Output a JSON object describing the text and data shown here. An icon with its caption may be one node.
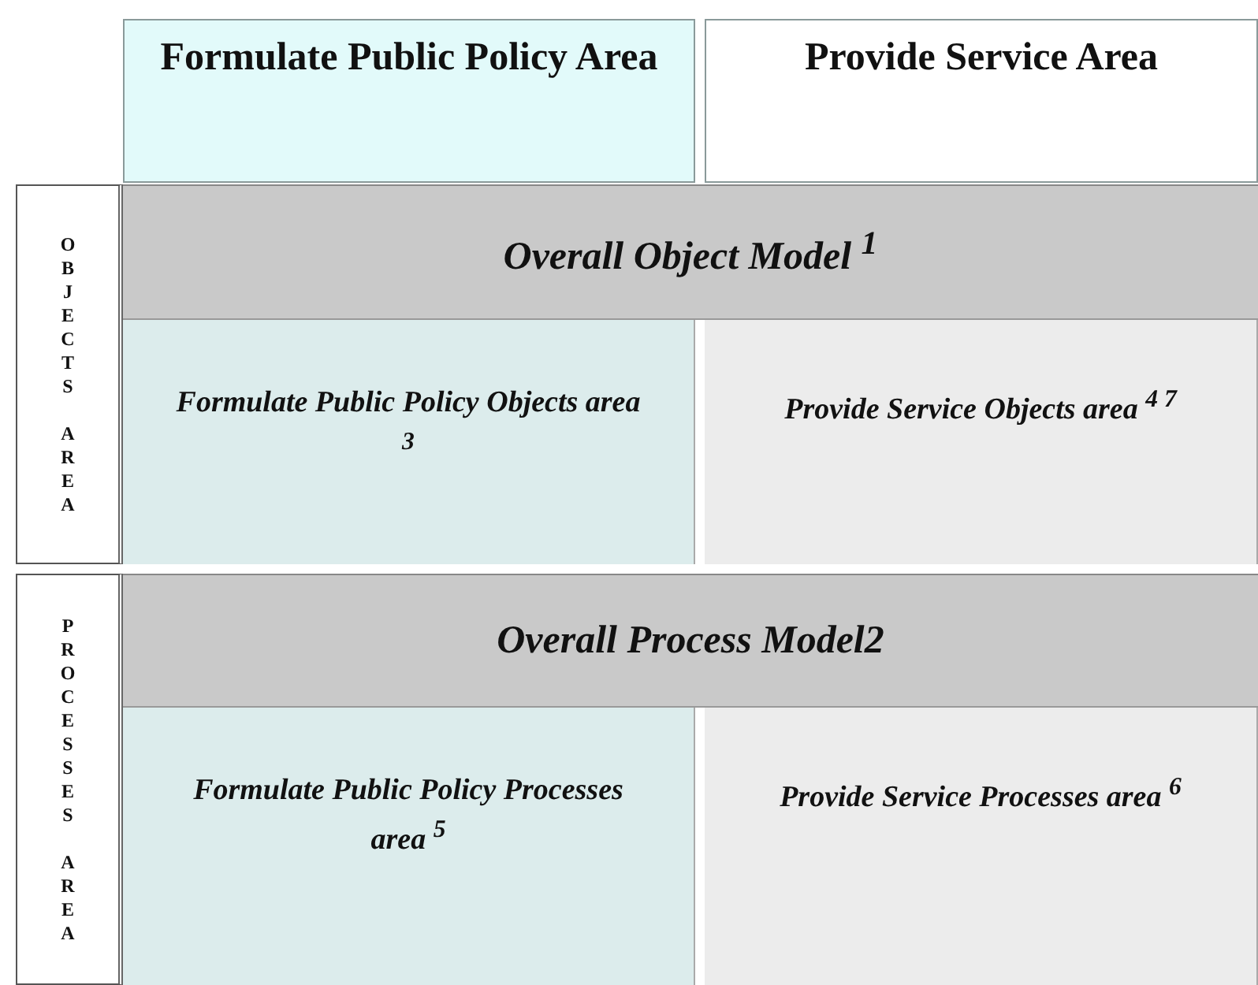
{
  "diagram": {
    "nodes": [
      {
        "text": [
          "Formulate Public Policy Area"
        ]
      },
      {
        "text": [
          "Provide Service Area"
        ]
      },
      {
        "text": [
          "OBJECTS AREA"
        ]
      },
      {
        "text": [
          "Overall Object Model $^{1}$"
        ]
      },
      {
        "text": [
          "Formulate Public Policy Objects area $^{3}$"
        ]
      },
      {
        "text": [
          "Provide Service Objects area $^{4 7}$"
        ]
      },
      {
        "text": [
          "PROCESSES AREA"
        ]
      },
      {
        "text": [
          "Overall Process Model2"
        ]
      },
      {
        "text": [
          "Formulate Public Policy Processes area $^{5}$"
        ]
      },
      {
        "text": [
          "Provide Service Processes area $^{6}$"
        ]
      }
    ]
  }
}
